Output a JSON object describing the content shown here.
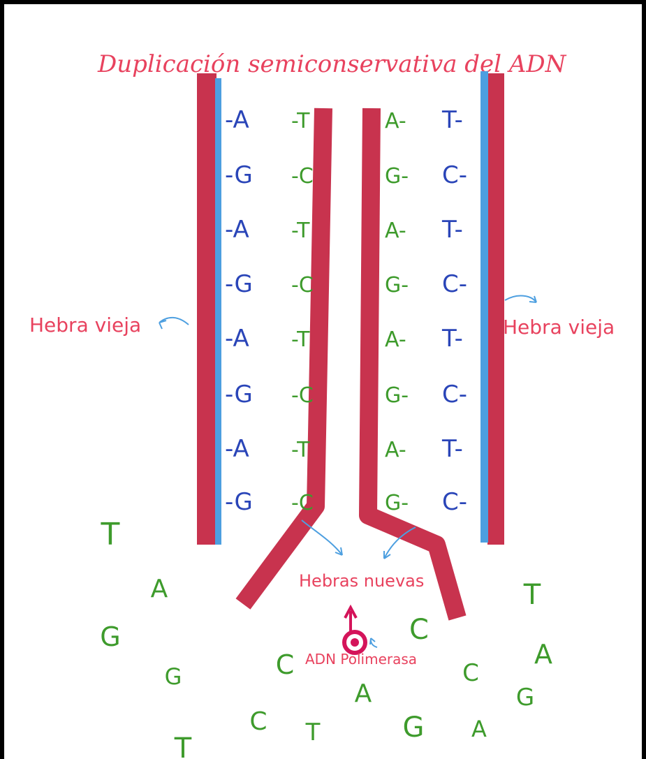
{
  "title": "Duplicación semiconservativa del ADN",
  "labels": {
    "old_strand_left": "Hebra vieja",
    "old_strand_right": "Hebra vieja",
    "new_strands": "Hebras nuevas",
    "polymerase": "ADN Polimerasa"
  },
  "left_old_bases": [
    "A",
    "G",
    "A",
    "G",
    "A",
    "G",
    "A",
    "G"
  ],
  "left_new_bases": [
    "T",
    "C",
    "T",
    "C",
    "T",
    "C",
    "T",
    "C"
  ],
  "right_new_bases": [
    "A",
    "G",
    "A",
    "G",
    "A",
    "G",
    "A",
    "G"
  ],
  "right_old_bases": [
    "T",
    "C",
    "T",
    "C",
    "T",
    "C",
    "T",
    "C"
  ],
  "free_nucleotides": [
    "T",
    "A",
    "G",
    "G",
    "T",
    "C",
    "C",
    "C",
    "A",
    "C",
    "T",
    "G",
    "A",
    "A",
    "G",
    "T"
  ],
  "colors": {
    "strand": "#c8334e",
    "old_strand_edge": "#4d9fe0",
    "old_base": "#2a45b8",
    "new_base": "#3e9b2c",
    "label": "#e8425e",
    "arrow": "#4d9fe0",
    "polymerase": "#d4145a"
  }
}
